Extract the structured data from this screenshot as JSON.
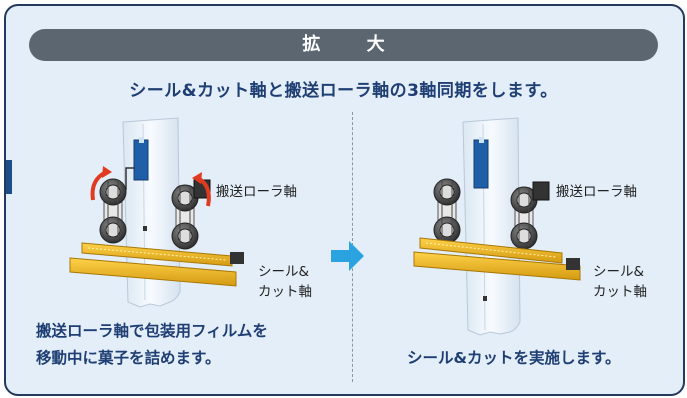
{
  "title": "拡 大",
  "subtitle": "シール&カット軸と搬送ローラ軸の3軸同期をします。",
  "left": {
    "roller_label": "搬送ローラ軸",
    "seal_label_line1": "シール&",
    "seal_label_line2": "カット軸",
    "caption_line1": "搬送ローラ軸で包装用フィルムを",
    "caption_line2": "移動中に菓子を詰めます。"
  },
  "right": {
    "roller_label": "搬送ローラ軸",
    "seal_label_line1": "シール&",
    "seal_label_line2": "カット軸",
    "caption": "シール&カットを実施します。"
  },
  "colors": {
    "frame_bg": "#e3eef8",
    "frame_border": "#23395d",
    "title_bg": "#5c6670",
    "text_blue": "#1f3e73",
    "arrow": "#2aa3e0",
    "rotation_arrow": "#e03a20",
    "seal_bar": "#f2b81c"
  }
}
